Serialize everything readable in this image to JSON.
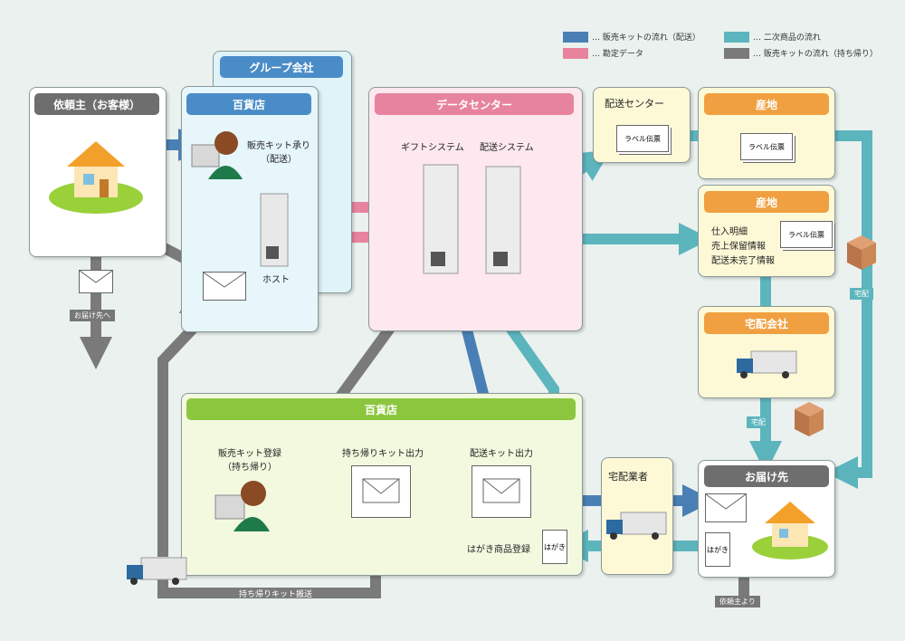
{
  "legend": [
    {
      "label": "… 販売キットの流れ（配送）",
      "color": "#4a7fb5"
    },
    {
      "label": "… 勘定データ",
      "color": "#e8839f"
    },
    {
      "label": "… 二次商品の流れ",
      "color": "#5cb5bd"
    },
    {
      "label": "… 販売キットの流れ（持ち帰り）",
      "color": "#7a7a7a"
    }
  ],
  "group_company": "グループ会社",
  "client": {
    "title": "依頼主（お客様）",
    "to_dest": "お届け先へ"
  },
  "dept_top": {
    "title": "百貨店",
    "order": "販売キット承り\n（配送）",
    "host": "ホスト"
  },
  "datacenter": {
    "title": "データセンター",
    "gift": "ギフトシステム",
    "delivery": "配送システム"
  },
  "delivery_center": {
    "title": "配送センター",
    "ticket": "ラベル伝票"
  },
  "origin1": {
    "title": "産地",
    "ticket": "ラベル伝票"
  },
  "origin2": {
    "title": "産地",
    "ticket": "ラベル伝票",
    "info": [
      "仕入明細",
      "売上保留情報",
      "配送未完了情報"
    ]
  },
  "courier_company": {
    "title": "宅配会社"
  },
  "takuhai1": "宅配",
  "takuhai2": "宅配",
  "dept_bottom": {
    "title": "百貨店",
    "register": "販売キット登録\n（持ち帰り）",
    "takeout_out": "持ち帰りキット出力",
    "delivery_out": "配送キット出力",
    "hagaki_reg": "はがき商品登録",
    "hagaki": "はがき"
  },
  "carrier": {
    "title": "宅配業者"
  },
  "destination": {
    "title": "お届け先",
    "hagaki": "はがき",
    "from_client": "依頼主より"
  },
  "carry_label": "持ち帰りキット搬送"
}
